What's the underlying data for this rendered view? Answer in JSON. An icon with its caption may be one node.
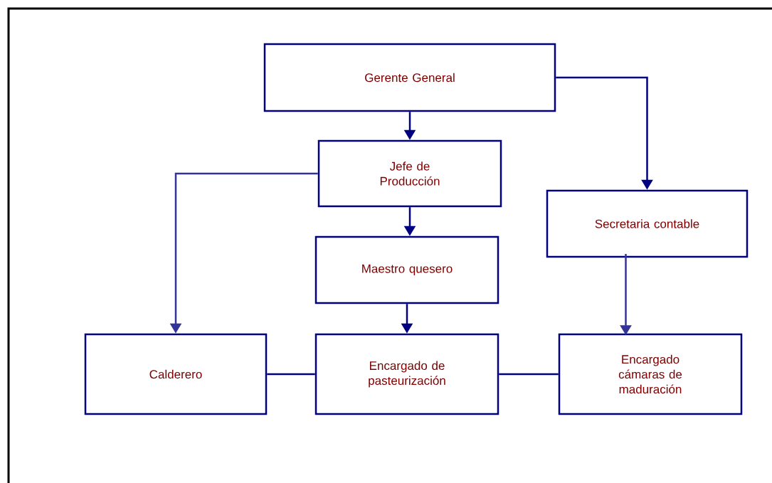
{
  "diagram": {
    "nodes": [
      {
        "text": [
          "Gerente General"
        ]
      },
      {
        "text": [
          "Jefe de Producción"
        ]
      },
      {
        "text": [
          "Secretaria contable"
        ]
      },
      {
        "text": [
          "Maestro quesero"
        ]
      },
      {
        "text": [
          "Calderero"
        ]
      },
      {
        "text": [
          "Encargado de pasteurización"
        ]
      },
      {
        "text": [
          "Encargado cámaras de maduración"
        ]
      }
    ],
    "edges": [
      {
        "from": 0,
        "to": 1,
        "arrow": "to"
      },
      {
        "from": 0,
        "to": 2,
        "arrow": "to"
      },
      {
        "from": 1,
        "to": 3,
        "arrow": "to"
      },
      {
        "from": 1,
        "to": 4,
        "arrow": "to",
        "color": "#333399"
      },
      {
        "from": 3,
        "to": 5,
        "arrow": "to"
      },
      {
        "from": 2,
        "to": 6,
        "arrow": "to",
        "color": "#333399"
      },
      {
        "from": 4,
        "to": 5,
        "arrow": "none"
      },
      {
        "from": 5,
        "to": 6,
        "arrow": "none"
      }
    ]
  }
}
